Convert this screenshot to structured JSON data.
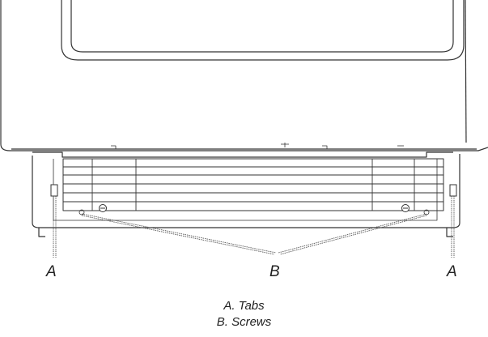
{
  "callouts": {
    "left_tab": "A",
    "screws": "B",
    "right_tab": "A"
  },
  "legend": {
    "tabs": "A. Tabs",
    "screws": "B. Screws"
  },
  "colors": {
    "line": "#333333",
    "leader": "#555555",
    "background": "#ffffff"
  }
}
